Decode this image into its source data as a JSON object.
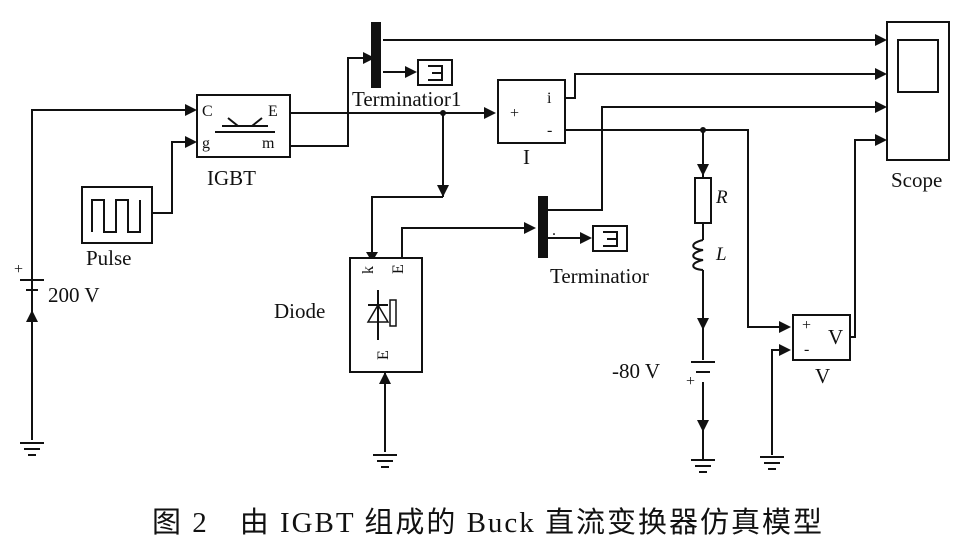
{
  "labels": {
    "igbt_title": "IGBT",
    "igbt_c": "C",
    "igbt_e": "E",
    "igbt_g": "g",
    "igbt_m": "m",
    "pulse": "Pulse",
    "source_200": "200 V",
    "source_80": "-80 V",
    "termination1": "Terminatior1",
    "termination": "Terminatior",
    "current_meter": "I",
    "current_i": "i",
    "voltage_meter": "V",
    "scope": "Scope",
    "diode": "Diode",
    "diode_k": "k",
    "diode_e": "E",
    "diode_e2": "E",
    "resistor": "R",
    "inductor": "L",
    "plus": "+",
    "minus": "-",
    "dot": "."
  },
  "caption": "图 2　由 IGBT 组成的 Buck 直流变换器仿真模型"
}
